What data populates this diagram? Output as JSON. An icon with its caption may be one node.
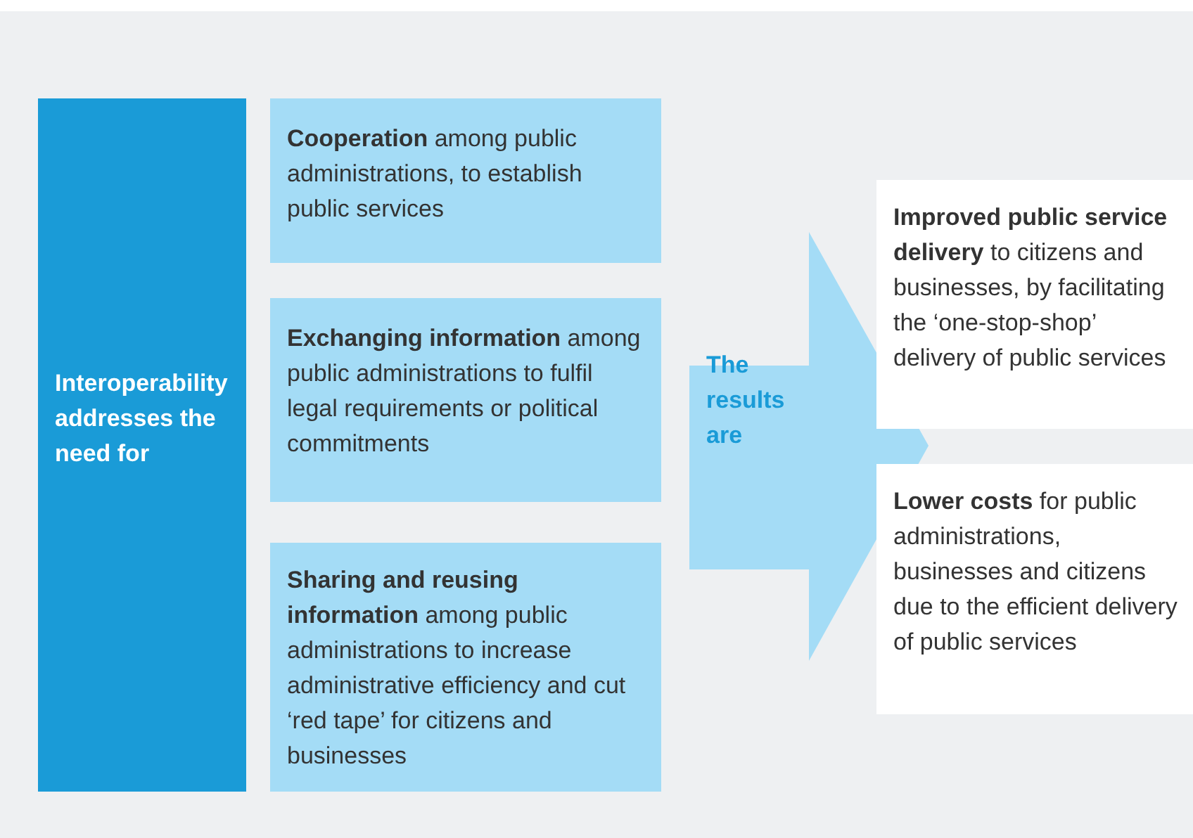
{
  "diagram": {
    "nodes": [
      {
        "text": [
          "Interoperability addresses the need for"
        ]
      },
      {
        "text": [
          "**Cooperation** among public administrations, to establish public services"
        ]
      },
      {
        "text": [
          "**Exchanging information** among public administrations to fulfil legal requirements or political commitments"
        ]
      },
      {
        "text": [
          "**Sharing and reusing information** among public administrations to increase administrative efficiency and cut ‘red tape’ for citizens and businesses"
        ]
      },
      {
        "text": [
          "The results are"
        ]
      },
      {
        "text": [
          "**Improved public service delivery** to citizens and businesses, by facilitating the ‘one-stop-shop’ delivery of public services"
        ]
      },
      {
        "text": [
          "**Lower costs** for public administrations, businesses and citizens due to the efficient delivery of public services"
        ]
      }
    ]
  }
}
